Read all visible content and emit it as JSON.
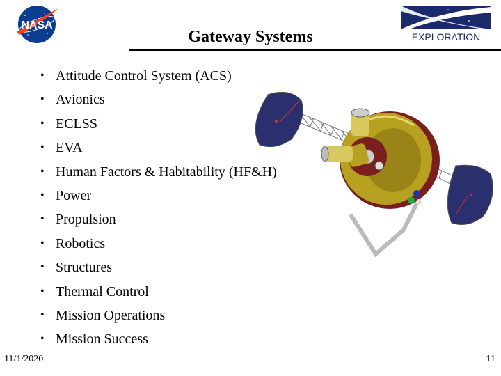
{
  "slide": {
    "title": "Gateway Systems",
    "bullets": [
      "Attitude Control System (ACS)",
      "Avionics",
      "ECLSS",
      "EVA",
      "Human Factors & Habitability (HF&H)",
      "Power",
      "Propulsion",
      "Robotics",
      "Structures",
      "Thermal Control",
      "Mission Operations",
      "Mission Success"
    ],
    "bullet_glyph": "•"
  },
  "logos": {
    "nasa_text": "NASA",
    "exploration_text": "EXPLORATION"
  },
  "footer": {
    "date": "11/1/2020",
    "page_number": "11"
  },
  "colors": {
    "nasa_blue": "#0b3d91",
    "nasa_red": "#fc3d21",
    "exploration_navy": "#1b2a6b",
    "solar_panel": "#2a2f6e",
    "habitat_gold": "#b8a020",
    "habitat_red": "#7a1e1e"
  }
}
